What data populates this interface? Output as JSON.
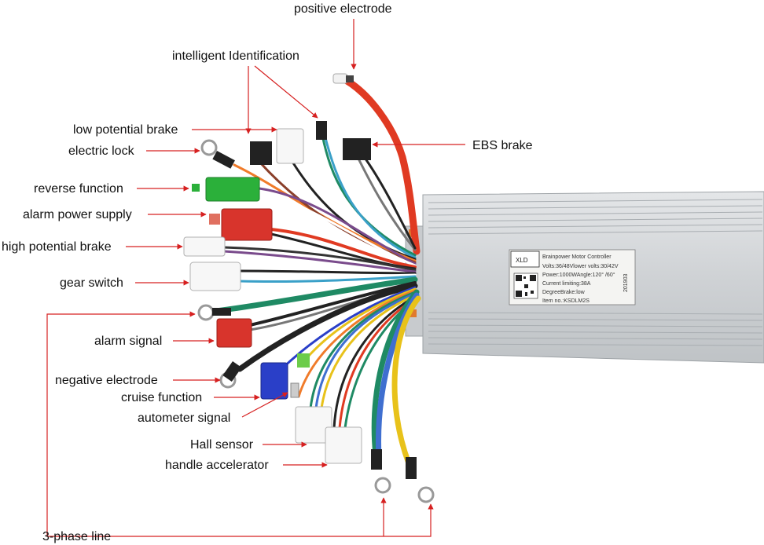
{
  "labels": {
    "positive_electrode": "positive electrode",
    "intelligent_identification": "intelligent Identification",
    "low_potential_brake": "low potential brake",
    "electric_lock": "electric lock",
    "ebs_brake": "EBS brake",
    "reverse_function": "reverse function",
    "alarm_power_supply": "alarm power supply",
    "high_potential_brake": "high potential brake",
    "gear_switch": "gear switch",
    "alarm_signal": "alarm signal",
    "negative_electrode": "negative electrode",
    "cruise_function": "cruise function",
    "autometer_signal": "autometer signal",
    "hall_sensor": "Hall sensor",
    "handle_accelerator": "handle accelerator",
    "three_phase_line": "3-phase line"
  },
  "sticker": {
    "logo": "XLD",
    "title": "Brainpower Motor Controller",
    "line1": "Volts:36/48Vlower volts:30/42V",
    "line2": "Power:1000WAngle:120° /60°",
    "line3": "Current limiting:38A",
    "line4": "DegreeBrake:low",
    "line5": "Item no.:KSDLM2S",
    "date": "201903"
  },
  "colors": {
    "arrow": "#d62020",
    "housing": "#d4d6d8",
    "red_wire": "#e03a22",
    "yellow_wire": "#e8c21a",
    "blue_wire": "#3f6fd0",
    "green_wire": "#1f8a64",
    "connector_green": "#2bb03a",
    "connector_red": "#d8342c",
    "connector_blue": "#2a3fc8"
  }
}
